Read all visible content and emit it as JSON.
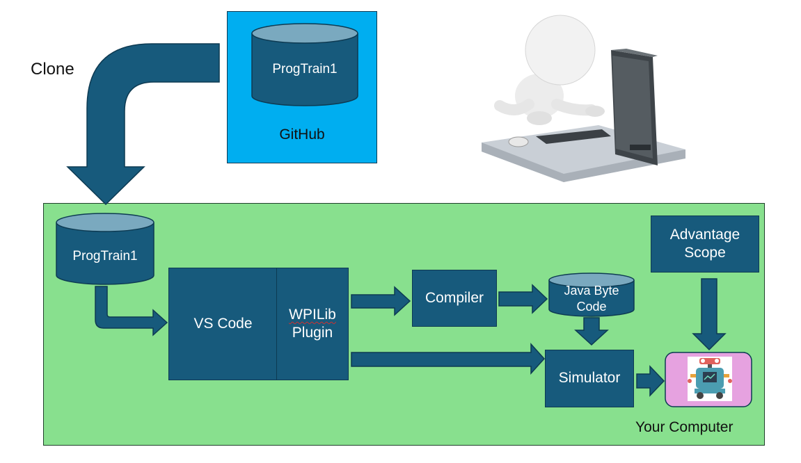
{
  "labels": {
    "clone": "Clone",
    "github": "GitHub",
    "your_computer": "Your Computer"
  },
  "repos": {
    "remote": "ProgTrain1",
    "local": "ProgTrain1"
  },
  "boxes": {
    "vscode": "VS Code",
    "wpilib_line1": "WPILib",
    "wpilib_line2": "Plugin",
    "compiler": "Compiler",
    "bytecode_line1": "Java Byte",
    "bytecode_line2": "Code",
    "simulator": "Simulator",
    "advantage_line1": "Advantage",
    "advantage_line2": "Scope"
  },
  "colors": {
    "github_bg": "#00aef0",
    "computer_bg": "#88e08e",
    "box": "#175a7c",
    "cylinder_top": "#7aa9bf",
    "robot_frame": "#e6a2e0"
  }
}
